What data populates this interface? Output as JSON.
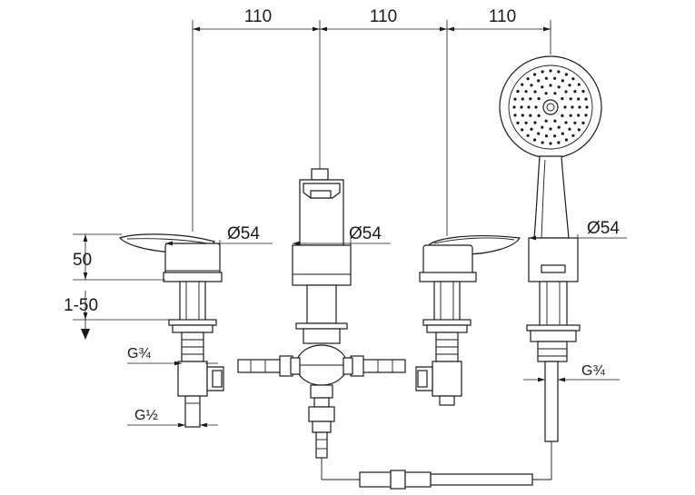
{
  "dimensions": {
    "spacing_left": "110",
    "spacing_middle": "110",
    "spacing_right": "110",
    "diameter_left": "Ø54",
    "diameter_middle": "Ø54",
    "diameter_right": "Ø54",
    "lever_height": "50",
    "deck_thickness": "1-50"
  },
  "threads": {
    "left_upper": "G¾",
    "left_lower": "G½",
    "right": "G¾"
  }
}
